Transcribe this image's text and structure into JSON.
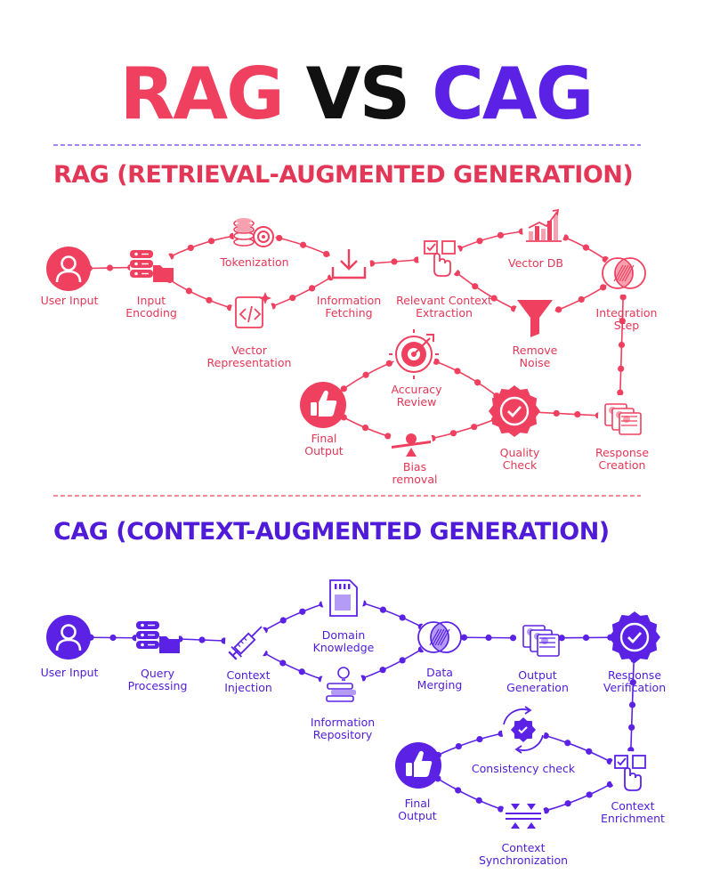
{
  "title": {
    "rag": "RAG",
    "vs": "VS",
    "cag": "CAG"
  },
  "colors": {
    "rag": "#F0405F",
    "cag": "#5B22E6",
    "vs": "#111111",
    "background": "#FFFFFF"
  },
  "rag": {
    "heading": "RAG (RETRIEVAL-AUGMENTED GENERATION)",
    "steps": [
      {
        "id": "user-input",
        "label": "User Input",
        "icon": "user-icon"
      },
      {
        "id": "input-encoding",
        "label": "Input\nEncoding",
        "icon": "database-folder-icon"
      },
      {
        "id": "tokenization",
        "label": "Tokenization",
        "icon": "coins-target-icon"
      },
      {
        "id": "vector-representation",
        "label": "Vector\nRepresentation",
        "icon": "code-document-icon"
      },
      {
        "id": "information-fetching",
        "label": "Information\nFetching",
        "icon": "download-tray-icon"
      },
      {
        "id": "relevant-context-extraction",
        "label": "Relevant Context\nExtraction",
        "icon": "click-checkbox-icon"
      },
      {
        "id": "vector-db",
        "label": "Vector DB",
        "icon": "bar-chart-icon"
      },
      {
        "id": "remove-noise",
        "label": "Remove\nNoise",
        "icon": "funnel-icon"
      },
      {
        "id": "integration-step",
        "label": "Integration\nStep",
        "icon": "merge-circles-icon"
      },
      {
        "id": "response-creation",
        "label": "Response\nCreation",
        "icon": "documents-icon"
      },
      {
        "id": "quality-check",
        "label": "Quality\nCheck",
        "icon": "check-badge-icon"
      },
      {
        "id": "accuracy-review",
        "label": "Accuracy\nReview",
        "icon": "target-arrow-icon"
      },
      {
        "id": "bias-removal",
        "label": "Bias\nremoval",
        "icon": "balance-scale-icon"
      },
      {
        "id": "final-output",
        "label": "Final\nOutput",
        "icon": "thumbs-up-icon"
      }
    ]
  },
  "cag": {
    "heading": "CAG (CONTEXT-AUGMENTED GENERATION)",
    "steps": [
      {
        "id": "user-input",
        "label": "User Input",
        "icon": "user-icon"
      },
      {
        "id": "query-processing",
        "label": "Query\nProcessing",
        "icon": "database-folder-icon"
      },
      {
        "id": "context-injection",
        "label": "Context\nInjection",
        "icon": "syringe-icon"
      },
      {
        "id": "domain-knowledge",
        "label": "Domain\nKnowledge",
        "icon": "sd-card-icon"
      },
      {
        "id": "information-repository",
        "label": "Information\nRepository",
        "icon": "books-lightbulb-icon"
      },
      {
        "id": "data-merging",
        "label": "Data\nMerging",
        "icon": "merge-circles-icon"
      },
      {
        "id": "output-generation",
        "label": "Output\nGeneration",
        "icon": "documents-icon"
      },
      {
        "id": "response-verification",
        "label": "Response\nVerification",
        "icon": "check-badge-icon"
      },
      {
        "id": "context-enrichment",
        "label": "Context\nEnrichment",
        "icon": "click-checkbox-icon"
      },
      {
        "id": "consistency-check",
        "label": "Consistency check",
        "icon": "gear-cycle-icon"
      },
      {
        "id": "context-synchronization",
        "label": "Context\nSynchronization",
        "icon": "compress-arrows-icon"
      },
      {
        "id": "final-output",
        "label": "Final\nOutput",
        "icon": "thumbs-up-icon"
      }
    ]
  }
}
